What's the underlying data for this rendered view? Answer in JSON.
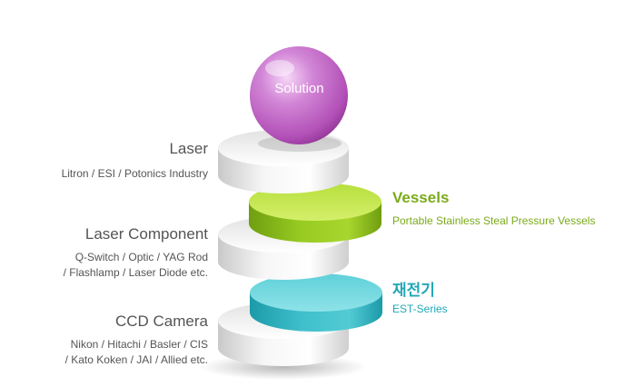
{
  "solution": {
    "label": "Solution"
  },
  "left_labels": [
    {
      "title": "Laser",
      "lines": [
        "Litron / ESI / Potonics Industry"
      ]
    },
    {
      "title": "Laser Component",
      "lines": [
        "Q-Switch / Optic / YAG Rod",
        "/ Flashlamp / Laser Diode etc."
      ]
    },
    {
      "title": "CCD Camera",
      "lines": [
        "Nikon / Hitachi / Basler / CIS",
        "/ Kato Koken / JAI / Allied etc."
      ]
    }
  ],
  "right_labels": [
    {
      "title": "Vessels",
      "subtitle": "Portable Stainless Steal Pressure Vessels",
      "color": "#7aaa1a"
    },
    {
      "title": "재전기",
      "subtitle": "EST-Series",
      "color": "#22a7b6"
    }
  ],
  "colors": {
    "sphere": "#c368c8",
    "white_disc": "#eeeeee",
    "green_disc": "#8cc221",
    "cyan_disc": "#3fc0cc",
    "text": "#555555"
  }
}
